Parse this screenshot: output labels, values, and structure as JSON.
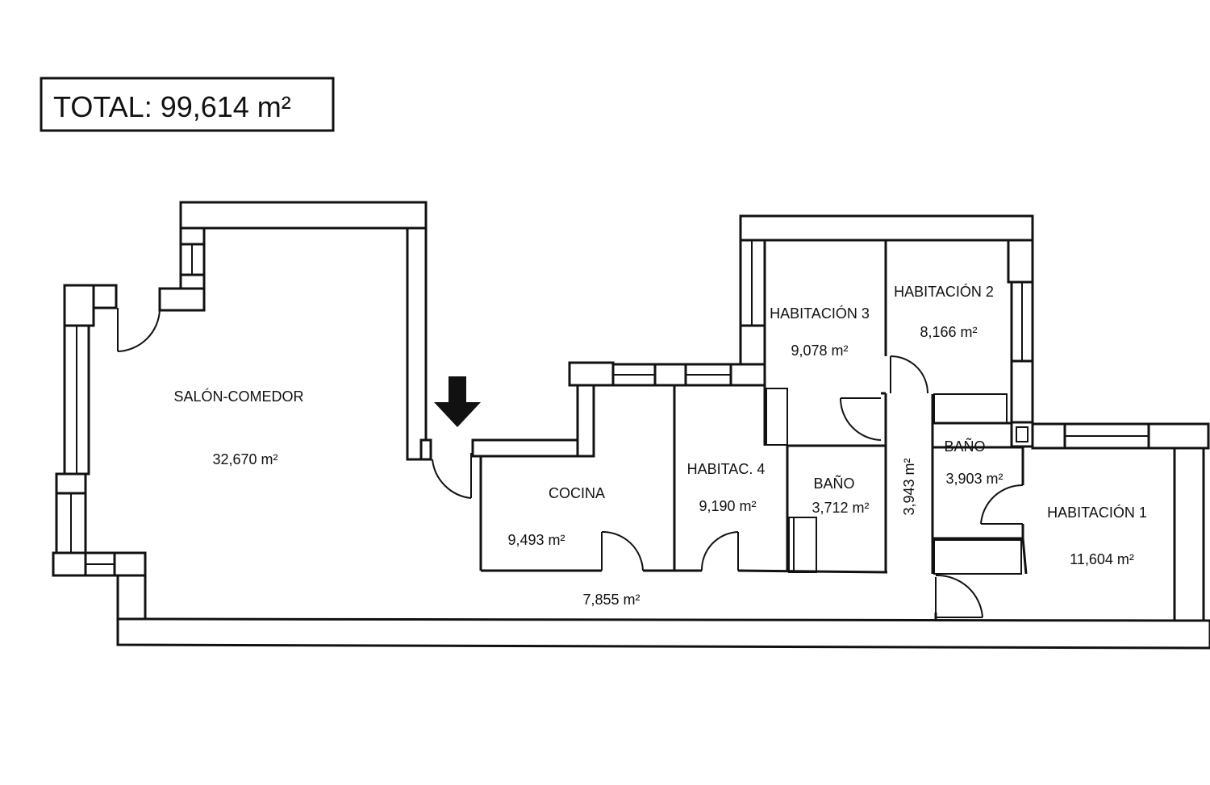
{
  "total": {
    "label": "TOTAL: 99,614 m²"
  },
  "rooms": [
    {
      "id": "salon",
      "name": "SALÓN-COMEDOR",
      "area": "32,670 m²"
    },
    {
      "id": "cocina",
      "name": "COCINA",
      "area": "9,493 m²"
    },
    {
      "id": "habitac4",
      "name": "HABITAC. 4",
      "area": "9,190 m²"
    },
    {
      "id": "bano-a",
      "name": "BAÑO",
      "area": "3,712 m²"
    },
    {
      "id": "habitacion3",
      "name": "HABITACIÓN 3",
      "area": "9,078 m²"
    },
    {
      "id": "habitacion2",
      "name": "HABITACIÓN 2",
      "area": "8,166 m²"
    },
    {
      "id": "bano-b",
      "name": "BAÑO",
      "area": "3,903 m²"
    },
    {
      "id": "habitacion1",
      "name": "HABITACIÓN 1",
      "area": "11,604 m²"
    }
  ],
  "areas": {
    "pasillo": "7,855 m²",
    "distribuidor": "3,943 m²"
  },
  "colors": {
    "line": "#111111",
    "background": "#ffffff"
  }
}
